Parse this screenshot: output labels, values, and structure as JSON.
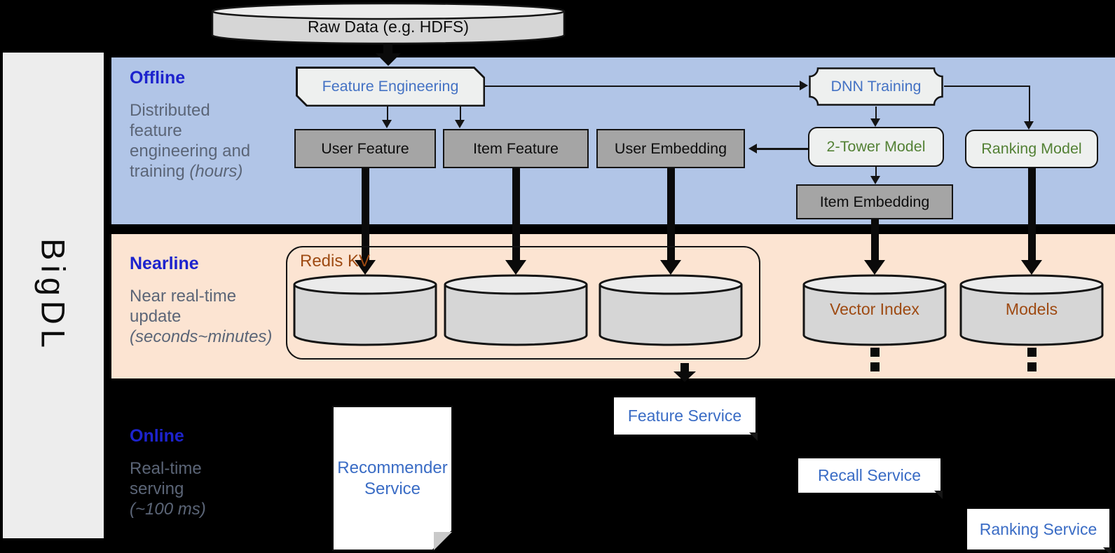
{
  "diagram": {
    "brand": "BigDL",
    "raw_data_label": "Raw Data (e.g. HDFS)",
    "bands": {
      "offline": {
        "title": "Offline",
        "line1": "Distributed",
        "line2": "feature",
        "line3": "engineering and",
        "line4_plain": "training ",
        "line4_italic": "(hours)"
      },
      "nearline": {
        "title": "Nearline",
        "line1": "Near real-time",
        "line2": "update",
        "line3_italic": "(seconds~minutes)"
      },
      "online": {
        "title": "Online",
        "line1": "Real-time",
        "line2": "serving",
        "line3_italic": "(~100 ms)"
      }
    },
    "nodes": {
      "feature_engineering": "Feature Engineering",
      "dnn_training": "DNN Training",
      "user_feature": "User Feature",
      "item_feature": "Item Feature",
      "user_embedding": "User Embedding",
      "two_tower_model": "2-Tower Model",
      "ranking_model": "Ranking Model",
      "item_embedding": "Item Embedding"
    },
    "stores": {
      "redis_kv": "Redis KV",
      "vector_index": "Vector Index",
      "models": "Models"
    },
    "services": {
      "recommender_line1": "Recommender",
      "recommender_line2": "Service",
      "feature": "Feature Service",
      "recall": "Recall Service",
      "ranking": "Ranking Service"
    },
    "colors": {
      "background": "#000000",
      "offline_band": "#b1c5e7",
      "nearline_band": "#fce4d2",
      "panel_gray": "#ededed",
      "node_fill_light": "#eef0ef",
      "node_fill_gray": "#a5a5a5",
      "header_blue": "#1d23cd",
      "subtitle_gray": "#5b6577",
      "node_text_blue": "#4472c4",
      "model_text_green": "#538135",
      "store_text_brown": "#9e4a12",
      "service_text_blue": "#3a6cc5",
      "line_black": "#141414"
    }
  }
}
